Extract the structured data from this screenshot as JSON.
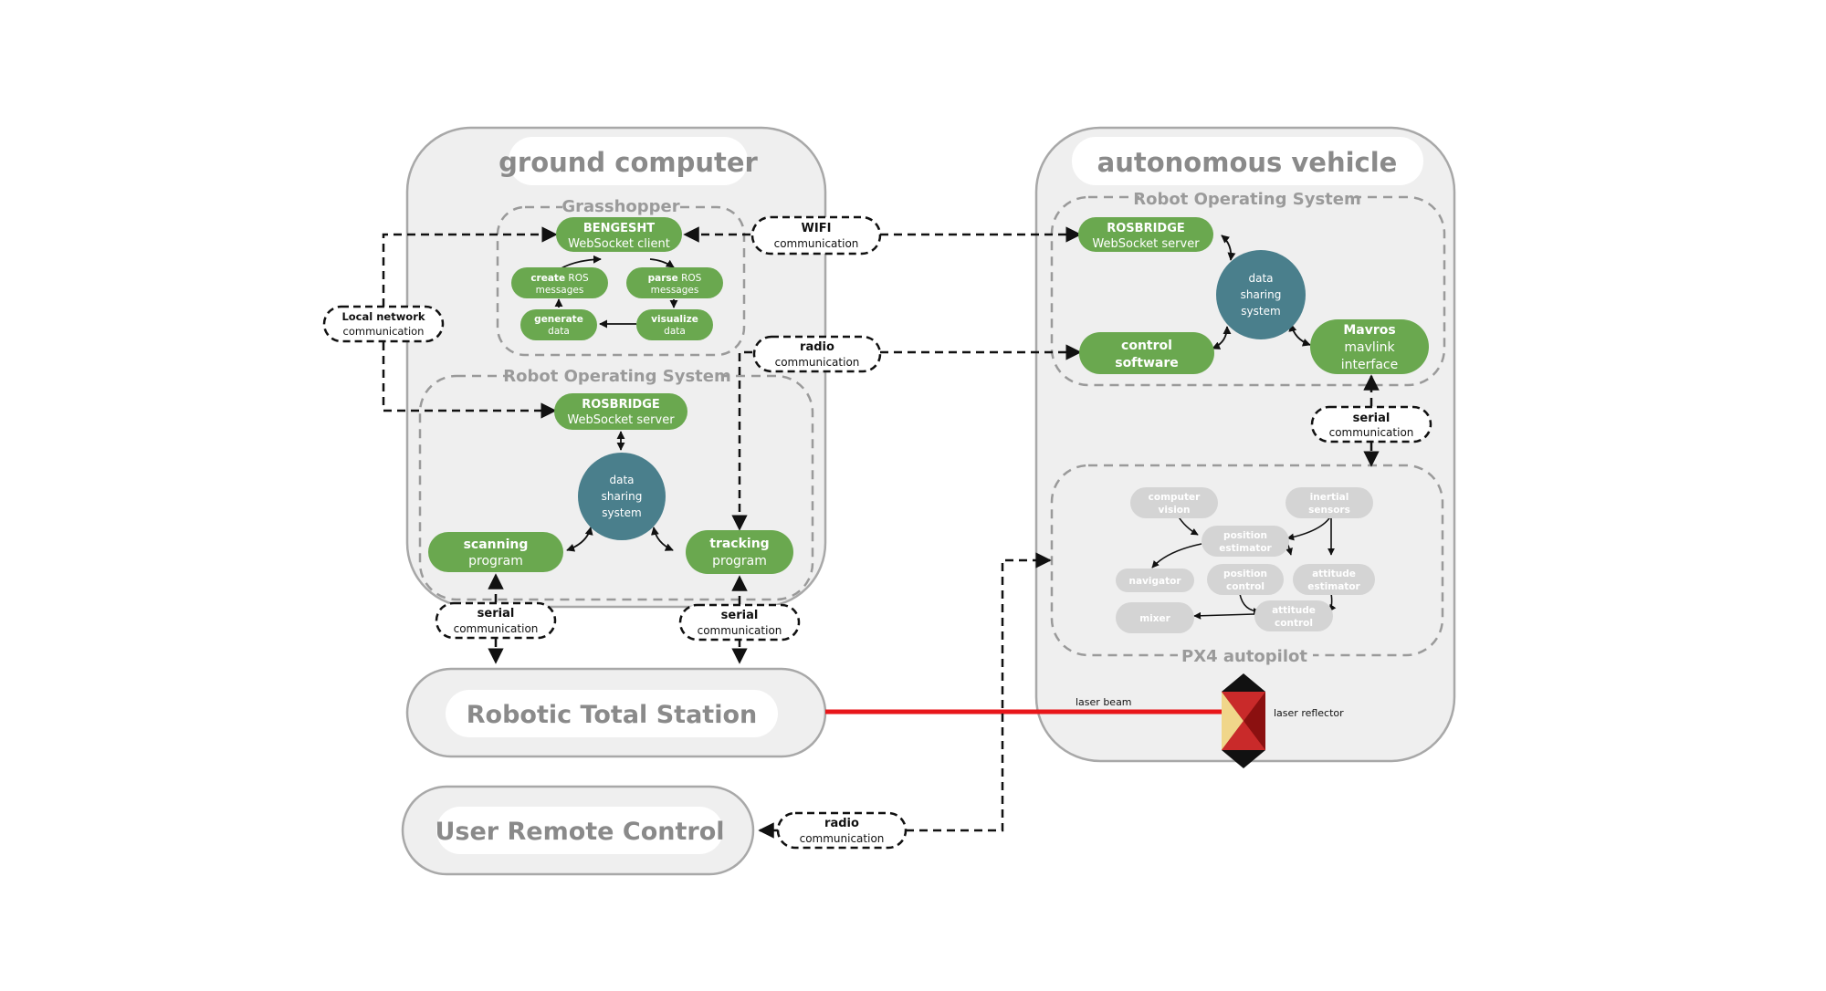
{
  "ground": {
    "title": "ground computer",
    "grasshopper": {
      "title": "Grasshopper",
      "client": {
        "line1": "BENGESHT",
        "line2": "WebSocket client"
      },
      "create": {
        "bold": "create",
        "rest": " ROS",
        "line2": "messages"
      },
      "parse": {
        "bold": "parse",
        "rest": " ROS",
        "line2": "messages"
      },
      "generate": {
        "line1": "generate",
        "line2": "data"
      },
      "visualize": {
        "line1": "visualize",
        "line2": "data"
      }
    },
    "ros": {
      "title": "Robot Operating System",
      "server": {
        "line1": "ROSBRIDGE",
        "line2": "WebSocket  server"
      },
      "hub": {
        "line1": "data",
        "line2": "sharing",
        "line3": "system"
      },
      "scanning": {
        "line1": "scanning",
        "line2": "program"
      },
      "tracking": {
        "line1": "tracking",
        "line2": "program"
      }
    }
  },
  "vehicle": {
    "title": "autonomous vehicle",
    "ros": {
      "title": "Robot Operating System",
      "server": {
        "line1": "ROSBRIDGE",
        "line2": "WebSocket  server"
      },
      "hub": {
        "line1": "data",
        "line2": "sharing",
        "line3": "system"
      },
      "control": {
        "line1": "control",
        "line2": "software"
      },
      "mavros": {
        "line1": "Mavros",
        "line2": "mavlink",
        "line3": "interface"
      }
    },
    "px4": {
      "title": "PX4 autopilot",
      "cv": {
        "line1": "computer",
        "line2": "vision"
      },
      "inertial": {
        "line1": "inertial",
        "line2": "sensors"
      },
      "pos_est": {
        "line1": "position",
        "line2": "estimator"
      },
      "navigator": "navigator",
      "pos_ctrl": {
        "line1": "position",
        "line2": "control"
      },
      "att_est": {
        "line1": "attitude",
        "line2": "estimator"
      },
      "mixer": "mixer",
      "att_ctrl": {
        "line1": "attitude",
        "line2": "control"
      }
    }
  },
  "comm": {
    "local": {
      "line1": "Local network",
      "line2": "communication"
    },
    "wifi": {
      "line1": "WIFI",
      "line2": "communication"
    },
    "radio_top": {
      "line1": "radio",
      "line2": "communication"
    },
    "serial_vehicle": {
      "line1": "serial",
      "line2": "communication"
    },
    "serial_left": {
      "line1": "serial",
      "line2": "communication"
    },
    "serial_right": {
      "line1": "serial",
      "line2": "communication"
    },
    "radio_bottom": {
      "line1": "radio",
      "line2": "communication"
    }
  },
  "station": {
    "title": "Robotic Total Station"
  },
  "remote": {
    "title": "User Remote Control"
  },
  "laser": {
    "beam": "laser beam",
    "reflector": "laser reflector"
  },
  "colors": {
    "green": "#6aa84f",
    "teal": "#4a7f8c",
    "panel": "#efefef",
    "grey_node": "#d4d4d4",
    "laser": "#e8161a"
  }
}
